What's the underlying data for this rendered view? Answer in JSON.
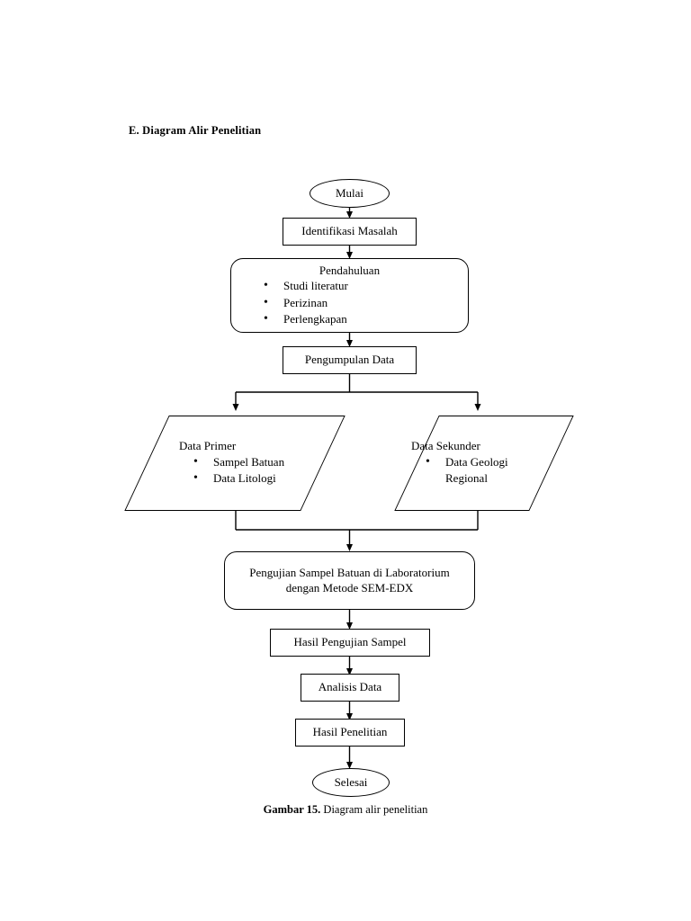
{
  "section": {
    "heading": "E. Diagram Alir Penelitian"
  },
  "figure": {
    "caption_label": "Gambar 15.",
    "caption_text": " Diagram alir penelitian"
  },
  "flowchart": {
    "nodes": {
      "start": {
        "label": "Mulai",
        "shape": "ellipse"
      },
      "identifikasi": {
        "label": "Identifikasi Masalah",
        "shape": "rectangle"
      },
      "pendahuluan": {
        "title": "Pendahuluan",
        "shape": "rounded-rectangle",
        "bullets": [
          "Studi literatur",
          "Perizinan",
          "Perlengkapan"
        ]
      },
      "pengumpulan": {
        "label": "Pengumpulan Data",
        "shape": "rectangle"
      },
      "data_primer": {
        "title": "Data Primer",
        "shape": "parallelogram",
        "bullets": [
          "Sampel Batuan",
          "Data Litologi"
        ]
      },
      "data_sekunder": {
        "title": "Data Sekunder",
        "shape": "parallelogram",
        "bullets": [
          "Data Geologi Regional"
        ]
      },
      "pengujian": {
        "label": "Pengujian Sampel Batuan di Laboratorium dengan Metode SEM-EDX",
        "shape": "rounded-rectangle"
      },
      "hasil_pengujian": {
        "label": "Hasil Pengujian Sampel",
        "shape": "rectangle"
      },
      "analisis": {
        "label": "Analisis Data",
        "shape": "rectangle"
      },
      "hasil_penelitian": {
        "label": "Hasil Penelitian",
        "shape": "rectangle"
      },
      "end": {
        "label": "Selesai",
        "shape": "ellipse"
      }
    },
    "colors": {
      "stroke": "#000000",
      "fill": "#ffffff",
      "text": "#000000"
    }
  }
}
